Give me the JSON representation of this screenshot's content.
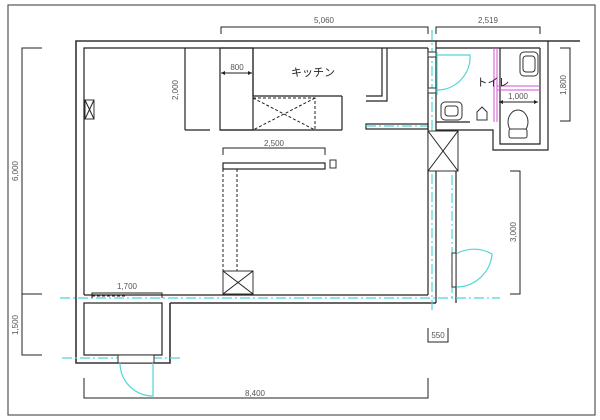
{
  "plan": {
    "rooms": {
      "kitchen": "キッチン",
      "toilet": "トイレ"
    },
    "dimensions": {
      "top_main_width": "5,060",
      "top_toilet_width": "2,519",
      "left_main_height": "6,000",
      "left_entry_height": "1,500",
      "kitchen_counter_depth": "2,000",
      "kitchen_aisle": "800",
      "bar_counter_length": "2,500",
      "entry_width": "1,700",
      "bottom_total_width": "8,400",
      "right_corridor_height": "3,000",
      "toilet_height": "1,800",
      "toilet_stall_width": "1,000",
      "corridor_width": "550"
    },
    "colors": {
      "wall": "#222222",
      "center_line": "#4fd5d8",
      "partition": "#d64fd6",
      "dimension_text": "#555555"
    }
  }
}
